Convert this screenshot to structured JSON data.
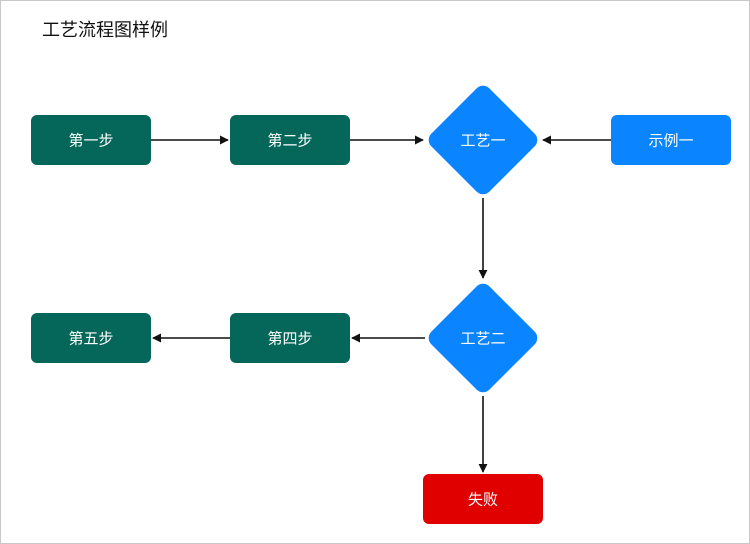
{
  "title": "工艺流程图样例",
  "colors": {
    "step": "#05675a",
    "process": "#0a84ff",
    "failure": "#e00000",
    "edge": "#111111",
    "label": "#ffffff"
  },
  "nodes": [
    {
      "id": "step1",
      "label": "第一步",
      "kind": "step"
    },
    {
      "id": "step2",
      "label": "第二步",
      "kind": "step"
    },
    {
      "id": "process1",
      "label": "工艺一",
      "kind": "process"
    },
    {
      "id": "example1",
      "label": "示例一",
      "kind": "example"
    },
    {
      "id": "process2",
      "label": "工艺二",
      "kind": "process"
    },
    {
      "id": "step4",
      "label": "第四步",
      "kind": "step"
    },
    {
      "id": "step5",
      "label": "第五步",
      "kind": "step"
    },
    {
      "id": "failure",
      "label": "失败",
      "kind": "failure"
    }
  ],
  "edges": [
    {
      "from": "step1",
      "to": "step2"
    },
    {
      "from": "step2",
      "to": "process1"
    },
    {
      "from": "example1",
      "to": "process1"
    },
    {
      "from": "process1",
      "to": "process2"
    },
    {
      "from": "process2",
      "to": "step4"
    },
    {
      "from": "step4",
      "to": "step5"
    },
    {
      "from": "process2",
      "to": "failure"
    }
  ]
}
